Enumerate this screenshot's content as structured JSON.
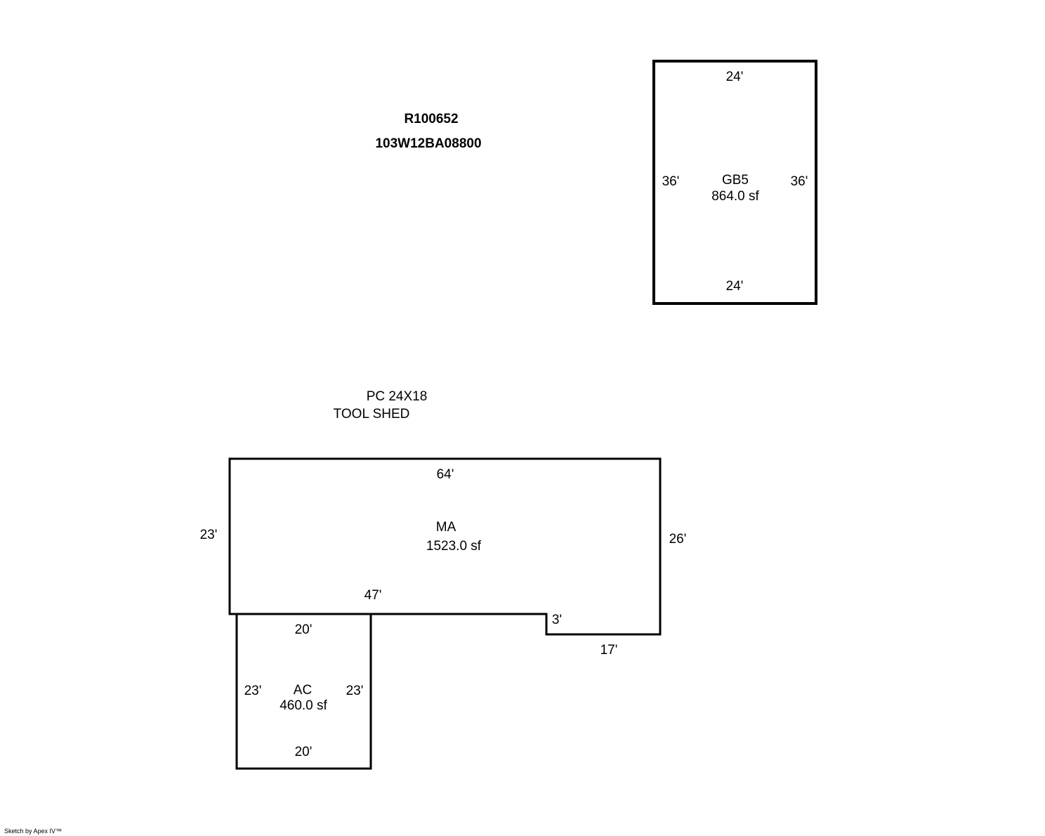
{
  "header": {
    "parcel_id": "R100652",
    "map_number": "103W12BA08800"
  },
  "notes": {
    "line1": "PC 24X18",
    "line2": "TOOL SHED"
  },
  "areas": {
    "gb5": {
      "code": "GB5",
      "area": "864.0 sf",
      "top": "24'",
      "bottom": "24'",
      "left": "36'",
      "right": "36'"
    },
    "ma": {
      "code": "MA",
      "area": "1523.0 sf",
      "top": "64'",
      "left": "23'",
      "right": "26'",
      "bottom_left": "47'",
      "step": "3'",
      "bottom_right": "17'"
    },
    "ac": {
      "code": "AC",
      "area": "460.0 sf",
      "top": "20'",
      "bottom": "20'",
      "left": "23'",
      "right": "23'"
    }
  },
  "footer": {
    "credit": "Sketch by Apex IV™"
  },
  "colors": {
    "line": "#000000",
    "background": "#ffffff"
  }
}
